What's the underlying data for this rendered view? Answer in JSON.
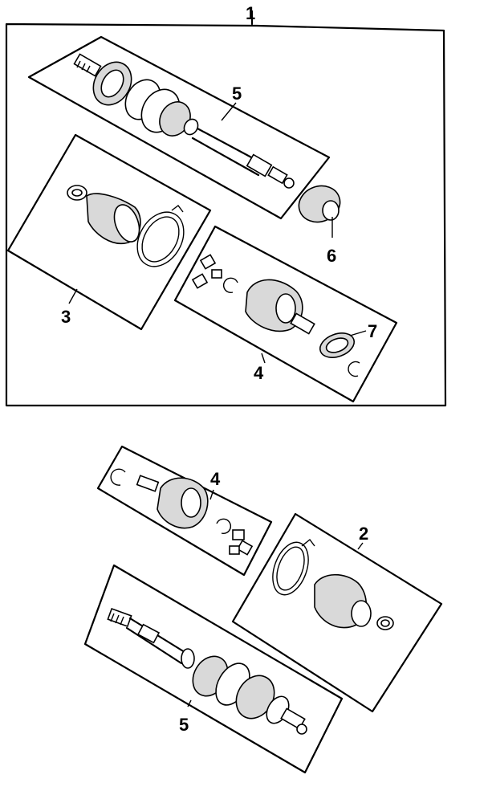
{
  "callouts": {
    "c1": "1",
    "c5_top": "5",
    "c3": "3",
    "c6": "6",
    "c4_top": "4",
    "c7": "7",
    "c4_bottom": "4",
    "c2": "2",
    "c5_bottom": "5"
  }
}
